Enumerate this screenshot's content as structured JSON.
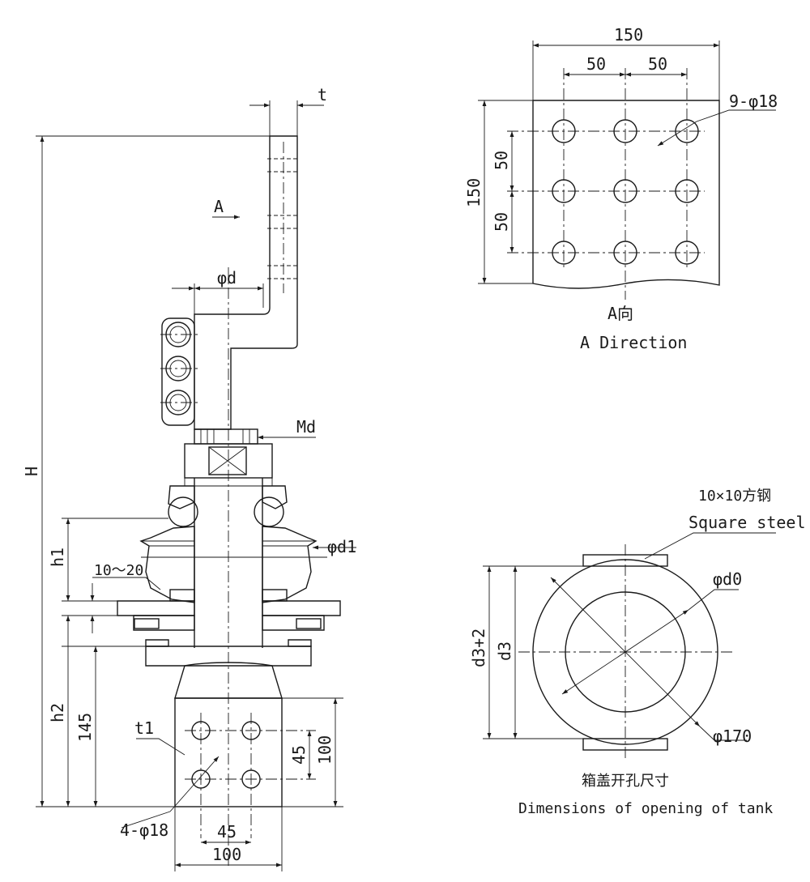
{
  "side_view": {
    "labels": {
      "t": "t",
      "arrow_a": "A",
      "phi_d": "φd",
      "md": "Md",
      "h_total": "H",
      "h1": "h1",
      "gap_range": "10～20",
      "phi_d1": "φd1",
      "h2": "h2",
      "dim_145": "145",
      "t1": "t1",
      "dim_45_vertical": "45",
      "dim_100_vertical": "100",
      "holes_4": "4-φ18",
      "dim_45_horizontal": "45",
      "dim_100_horizontal": "100"
    }
  },
  "a_direction_view": {
    "dims": {
      "overall_width": "150",
      "pitch_left": "50",
      "pitch_right": "50",
      "holes_9": "9-φ18",
      "pitch_upper": "50",
      "pitch_lower": "50",
      "overall_height": "150"
    },
    "caption_cn": "A向",
    "caption_en": "A Direction"
  },
  "tank_opening_view": {
    "square_steel_cn": "10×10方钢",
    "square_steel_en": "Square steel",
    "phi_d0": "φd0",
    "d3_plus_2": "d3+2",
    "d3": "d3",
    "phi_170": "φ170",
    "caption_cn": "箱盖开孔尺寸",
    "caption_en": "Dimensions of opening of tank"
  },
  "colors": {
    "line": "#1a1a1a",
    "background": "#ffffff"
  }
}
